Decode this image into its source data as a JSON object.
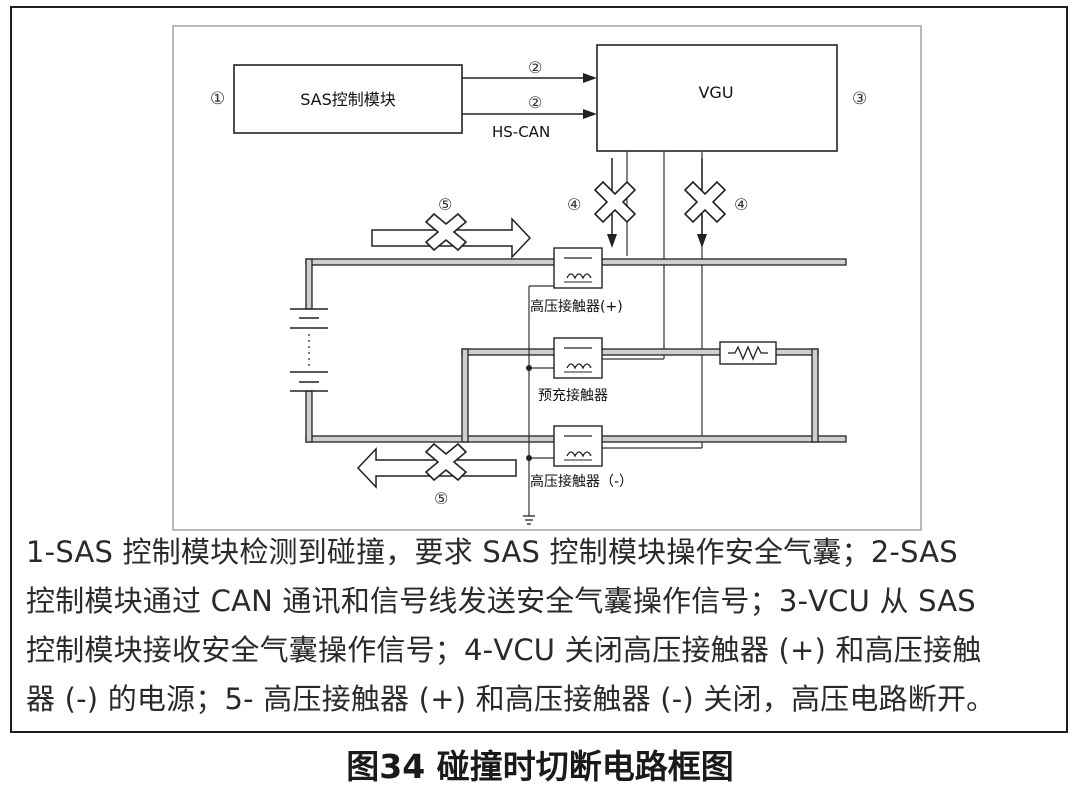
{
  "diagram": {
    "markers": {
      "m1": "①",
      "m2a": "②",
      "m2b": "②",
      "m3": "③",
      "m4a": "④",
      "m4b": "④",
      "m5a": "⑤",
      "m5b": "⑤"
    },
    "sas_module_label": "SAS控制模块",
    "vgu_label": "VGU",
    "hs_can_label": "HS-CAN",
    "contactor_pos_label": "高压接触器(+)",
    "precharge_label": "预充接触器",
    "contactor_neg_label": "高压接触器（-）"
  },
  "description": {
    "line1": "1-SAS 控制模块检测到碰撞，要求 SAS 控制模块操作安全气囊；2-SAS",
    "line2": "控制模块通过 CAN 通讯和信号线发送安全气囊操作信号；3-VCU 从 SAS",
    "line3": "控制模块接收安全气囊操作信号；4-VCU 关闭高压接触器 (+) 和高压接触",
    "line4": "器 (-) 的电源；5- 高压接触器 (+) 和高压接触器 (-) 关闭，高压电路断开。"
  },
  "caption": "图34 碰撞时切断电路框图"
}
